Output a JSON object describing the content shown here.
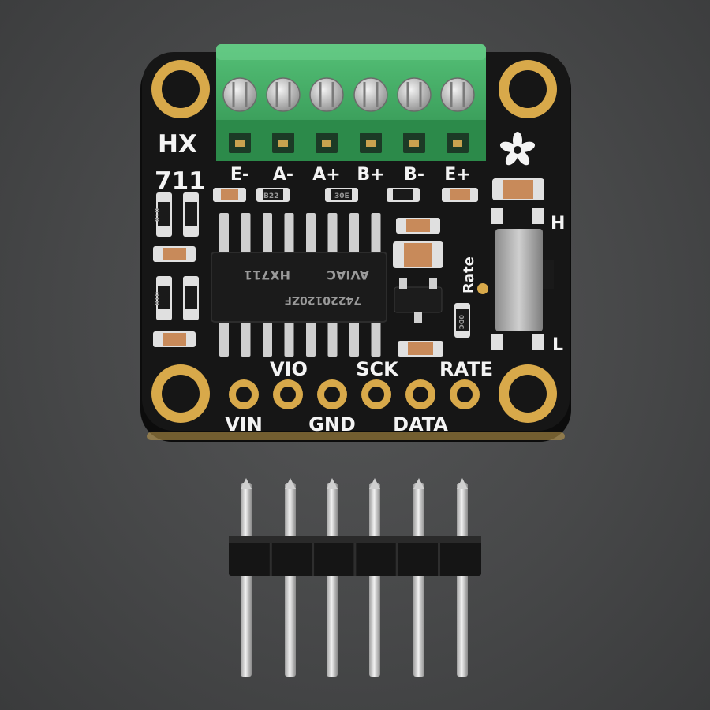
{
  "board": {
    "name_line1": "HX",
    "name_line2": "711",
    "terminal_labels": [
      "E-",
      "A-",
      "A+",
      "B+",
      "B-",
      "E+"
    ],
    "switch_high": "H",
    "switch_low": "L",
    "switch_label": "Rate",
    "header_top_labels": [
      "VIO",
      "SCK",
      "RATE"
    ],
    "header_bottom_labels": [
      "VIN",
      "GND",
      "DATA"
    ],
    "chip_brand": "AVIAC",
    "chip_model": "HX711",
    "chip_code": "74220120ZF",
    "resistor_codes": [
      "B22",
      "30E",
      "01R",
      "01R",
      "0DC"
    ],
    "logo": "adafruit-flower-logo"
  },
  "colors": {
    "background": "#4a4b4c",
    "pcb": "#141414",
    "terminal_block": "#3fae63",
    "gold": "#d8a94a",
    "silkscreen": "#f4f4f4"
  },
  "header_pin_count": 6
}
